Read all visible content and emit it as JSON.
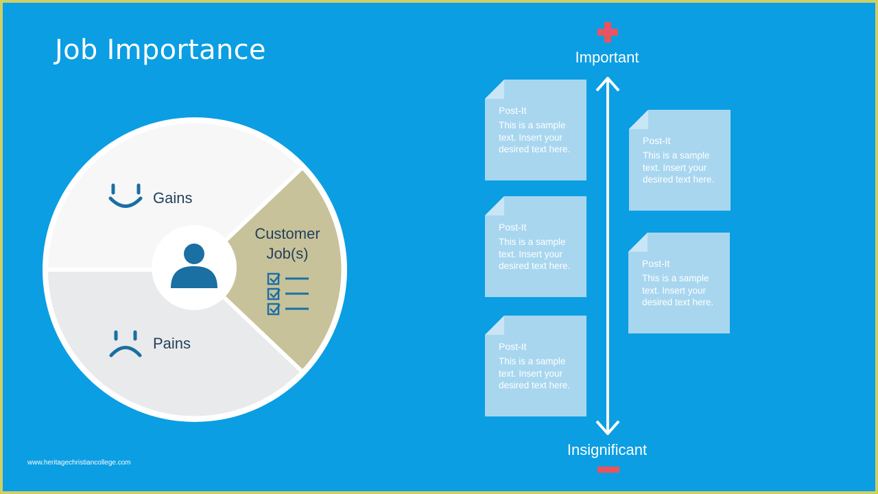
{
  "slide": {
    "title": "Job Importance",
    "footer": "www.heritagechristiancollege.com"
  },
  "colors": {
    "background": "#0b9ee3",
    "gains_segment": "#f7f7f7",
    "pains_segment": "#e9eaeb",
    "customer_jobs_segment": "#c8c29a",
    "icon_blue": "#1a6fa3",
    "postit": "#a8d6ef",
    "plus_minus": "#e8555f"
  },
  "circle": {
    "gains_label": "Gains",
    "pains_label": "Pains",
    "customer_jobs_line1": "Customer",
    "customer_jobs_line2": "Job(s)",
    "gains_icon": "smile-icon",
    "pains_icon": "frown-icon",
    "center_icon": "person-icon",
    "jobs_icon": "checklist-icon"
  },
  "axis": {
    "top_label": "Important",
    "bottom_label": "Insignificant",
    "top_symbol": "+",
    "bottom_symbol": "−"
  },
  "postits": [
    {
      "title": "Post-It",
      "body": "This is a sample text. Insert your desired text here."
    },
    {
      "title": "Post-It",
      "body": "This is a sample text. Insert your desired text here."
    },
    {
      "title": "Post-It",
      "body": "This is a sample text. Insert your desired text here."
    },
    {
      "title": "Post-It",
      "body": "This is a sample text. Insert your desired text here."
    },
    {
      "title": "Post-It",
      "body": "This is a sample text. Insert your desired text here."
    }
  ]
}
